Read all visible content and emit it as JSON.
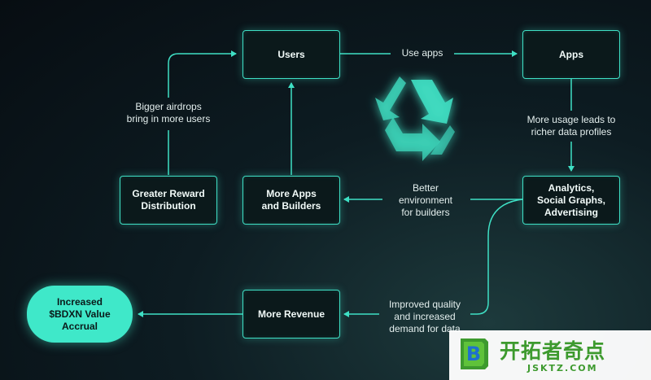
{
  "nodes": {
    "users": "Users",
    "apps": "Apps",
    "analytics": "Analytics,\nSocial Graphs,\nAdvertising",
    "more_apps": "More Apps\nand Builders",
    "greater_reward": "Greater Reward\nDistribution",
    "more_revenue": "More Revenue",
    "value_accrual": "Increased\n$BDXN Value\nAccrual"
  },
  "edge_labels": {
    "use_apps": "Use apps",
    "more_usage": "More usage leads to\nricher data profiles",
    "better_env": "Better\nenvironment\nfor builders",
    "bigger_airdrops": "Bigger airdrops\nbring in more users",
    "improved_quality": "Improved quality\nand increased\ndemand for data"
  },
  "colors": {
    "accent": "#3fe0c5",
    "background": "#0d1c22"
  },
  "icons": {
    "center": "recycle-icon"
  },
  "watermark": {
    "logo_letter": "B",
    "chinese_text": "开拓者奇点",
    "domain": "JSKTZ.COM"
  }
}
